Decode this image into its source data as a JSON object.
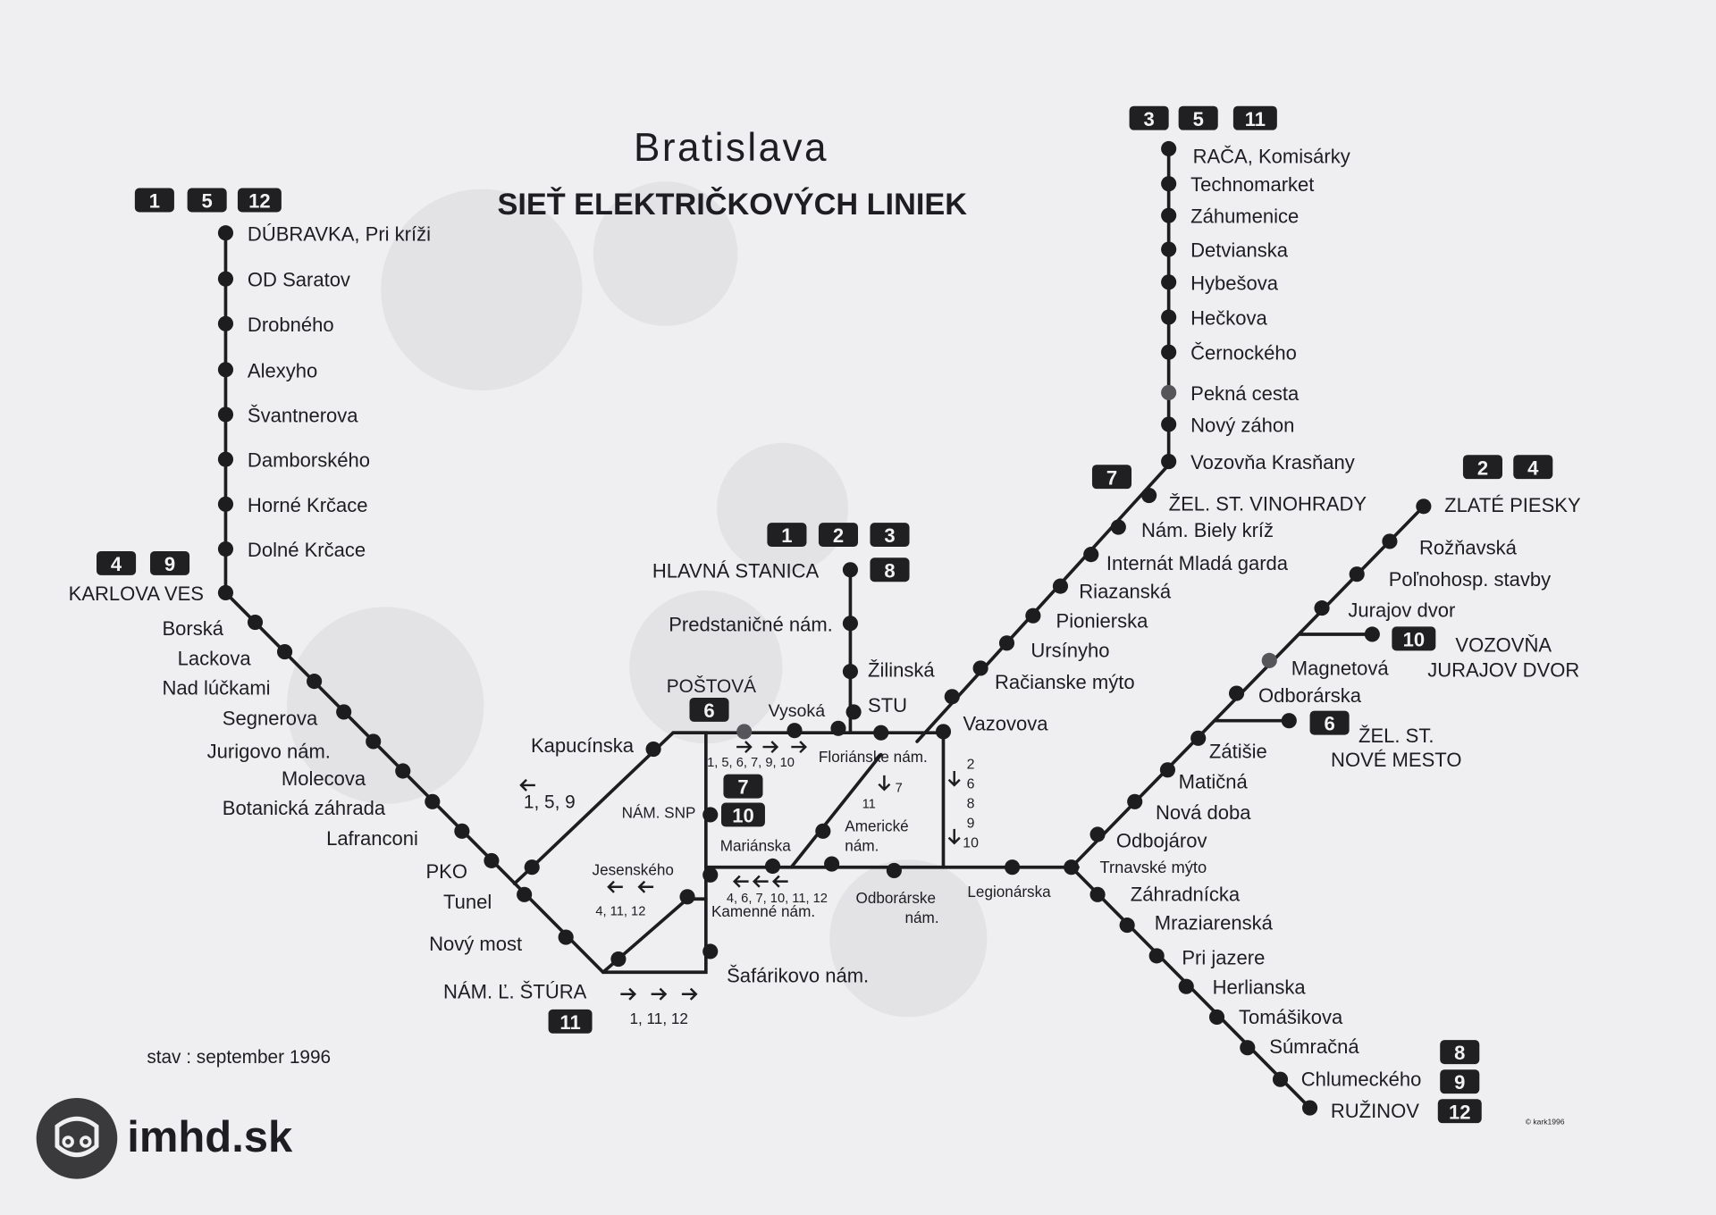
{
  "title": "Bratislava",
  "subtitle": "SIEŤ ELEKTRIČKOVÝCH LINIEK",
  "footer_date": "stav :  september 1996",
  "brand": "imhd.sk",
  "copyright": "© kark1996",
  "colors": {
    "background": "#efeff1",
    "line": "#1d1d1f",
    "badge": "#202022",
    "watermark": "#d9d9dc"
  },
  "stations": {
    "dubravka": [
      "DÚBRAVKA, Pri kríži",
      "OD Saratov",
      "Drobného",
      "Alexyho",
      "Švantnerova",
      "Damborského",
      "Horné Krčace",
      "Dolné Krčace",
      "KARLOVA VES"
    ],
    "karlova_ves": [
      "Borská",
      "Lackova",
      "Nad lúčkami",
      "Segnerova",
      "Jurigovo nám.",
      "Molecova",
      "Botanická záhrada",
      "Lafranconi",
      "PKO",
      "Tunel",
      "Nový most",
      "NÁM. Ľ. ŠTÚRA"
    ],
    "center": [
      "Kapucínska",
      "POŠTOVÁ",
      "Vysoká",
      "STU",
      "Žilinská",
      "Predstaničné nám.",
      "HLAVNÁ STANICA",
      "Floriánske nám.",
      "Vazovova",
      "NÁM. SNP",
      "Mariánska",
      "Americké nám.",
      "Jesenského",
      "Kamenné nám.",
      "Odborárske nám.",
      "Šafárikovo nám.",
      "Legionárska"
    ],
    "raca": [
      "RAČA, Komisárky",
      "Technomarket",
      "Záhumenice",
      "Detvianska",
      "Hybešova",
      "Hečkova",
      "Černockého",
      "Pekná cesta",
      "Nový záhon",
      "Vozovňa Krasňany",
      "ŽEL. ST. VINOHRADY",
      "Nám. Biely kríž",
      "Internát Mladá garda",
      "Riazanská",
      "Pionierska",
      "Ursínyho",
      "Račianske mýto"
    ],
    "zlate_piesky": [
      "ZLATÉ PIESKY",
      "Rožňavská",
      "Poľnohosp. stavby",
      "Jurajov dvor",
      "Magnetová",
      "Odborárska",
      "Zátišie",
      "Matičná",
      "Nová doba",
      "Odbojárov",
      "Trnavské mýto"
    ],
    "ruzinov": [
      "Záhradnícka",
      "Mraziarenská",
      "Pri jazere",
      "Herlianska",
      "Tomášikova",
      "Súmračná",
      "Chlumeckého",
      "RUŽINOV"
    ],
    "depots": [
      "VOZOVŇA",
      "JURAJOV DVOR",
      "ŽEL. ST.",
      "NOVÉ MESTO"
    ]
  },
  "badges": {
    "dubravka": [
      "1",
      "5",
      "12"
    ],
    "karlova_ves": [
      "4",
      "9"
    ],
    "raca": [
      "3",
      "5",
      "11"
    ],
    "vinohrady": [
      "7"
    ],
    "zlate_piesky": [
      "2",
      "4"
    ],
    "hlavna": [
      "1",
      "2",
      "3"
    ],
    "hlavna_extra": [
      "8"
    ],
    "postova": [
      "6"
    ],
    "snp": [
      "7",
      "10"
    ],
    "stura": [
      "11"
    ],
    "jurajov": [
      "10"
    ],
    "nove_mesto": [
      "6"
    ],
    "ruzinov": [
      "8",
      "9",
      "12"
    ]
  },
  "directions": {
    "west": "1, 5, 9",
    "postova_east": "1, 5, 6, 7, 9, 10",
    "americke": "7",
    "americke_11": "11",
    "vazovova": [
      "2",
      "6",
      "8",
      "9",
      "10"
    ],
    "jesenskeho": "4, 11, 12",
    "kamenne": "4, 6, 7, 10, 11, 12",
    "stura_east": "1,  11,  12"
  }
}
